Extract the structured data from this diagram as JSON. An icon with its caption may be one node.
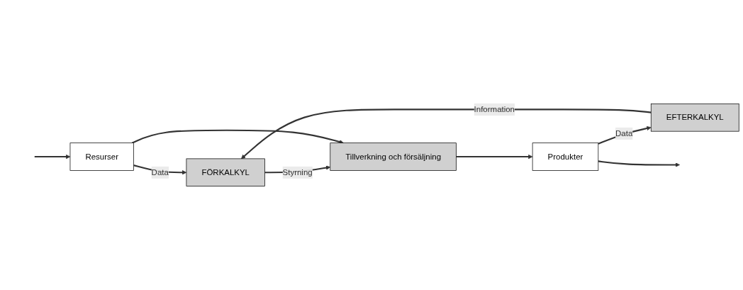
{
  "diagram": {
    "nodes": [
      {
        "text": [
          "FÖRKALKYL"
        ]
      },
      {
        "text": [
          "EFTERKALKYL"
        ]
      },
      {
        "text": [
          "Resurser"
        ]
      },
      {
        "text": [
          "Tillverkning och försäljning"
        ]
      },
      {
        "text": [
          "Produkter"
        ]
      }
    ],
    "edges": [
      {
        "from": null,
        "to": 2,
        "arrow": "to"
      },
      {
        "from": 2,
        "to": 0,
        "label": "Data",
        "arrow": "to"
      },
      {
        "from": 1,
        "to": 0,
        "label": "Information",
        "arrow": "to"
      },
      {
        "from": 0,
        "to": 3,
        "label": "Styrning",
        "arrow": "to"
      },
      {
        "from": 2,
        "to": 3,
        "arrow": "to"
      },
      {
        "from": 3,
        "to": 4,
        "arrow": "to"
      },
      {
        "from": 4,
        "to": 1,
        "label": "Data",
        "arrow": "to"
      },
      {
        "from": 4,
        "to": null,
        "arrow": "to"
      }
    ]
  }
}
